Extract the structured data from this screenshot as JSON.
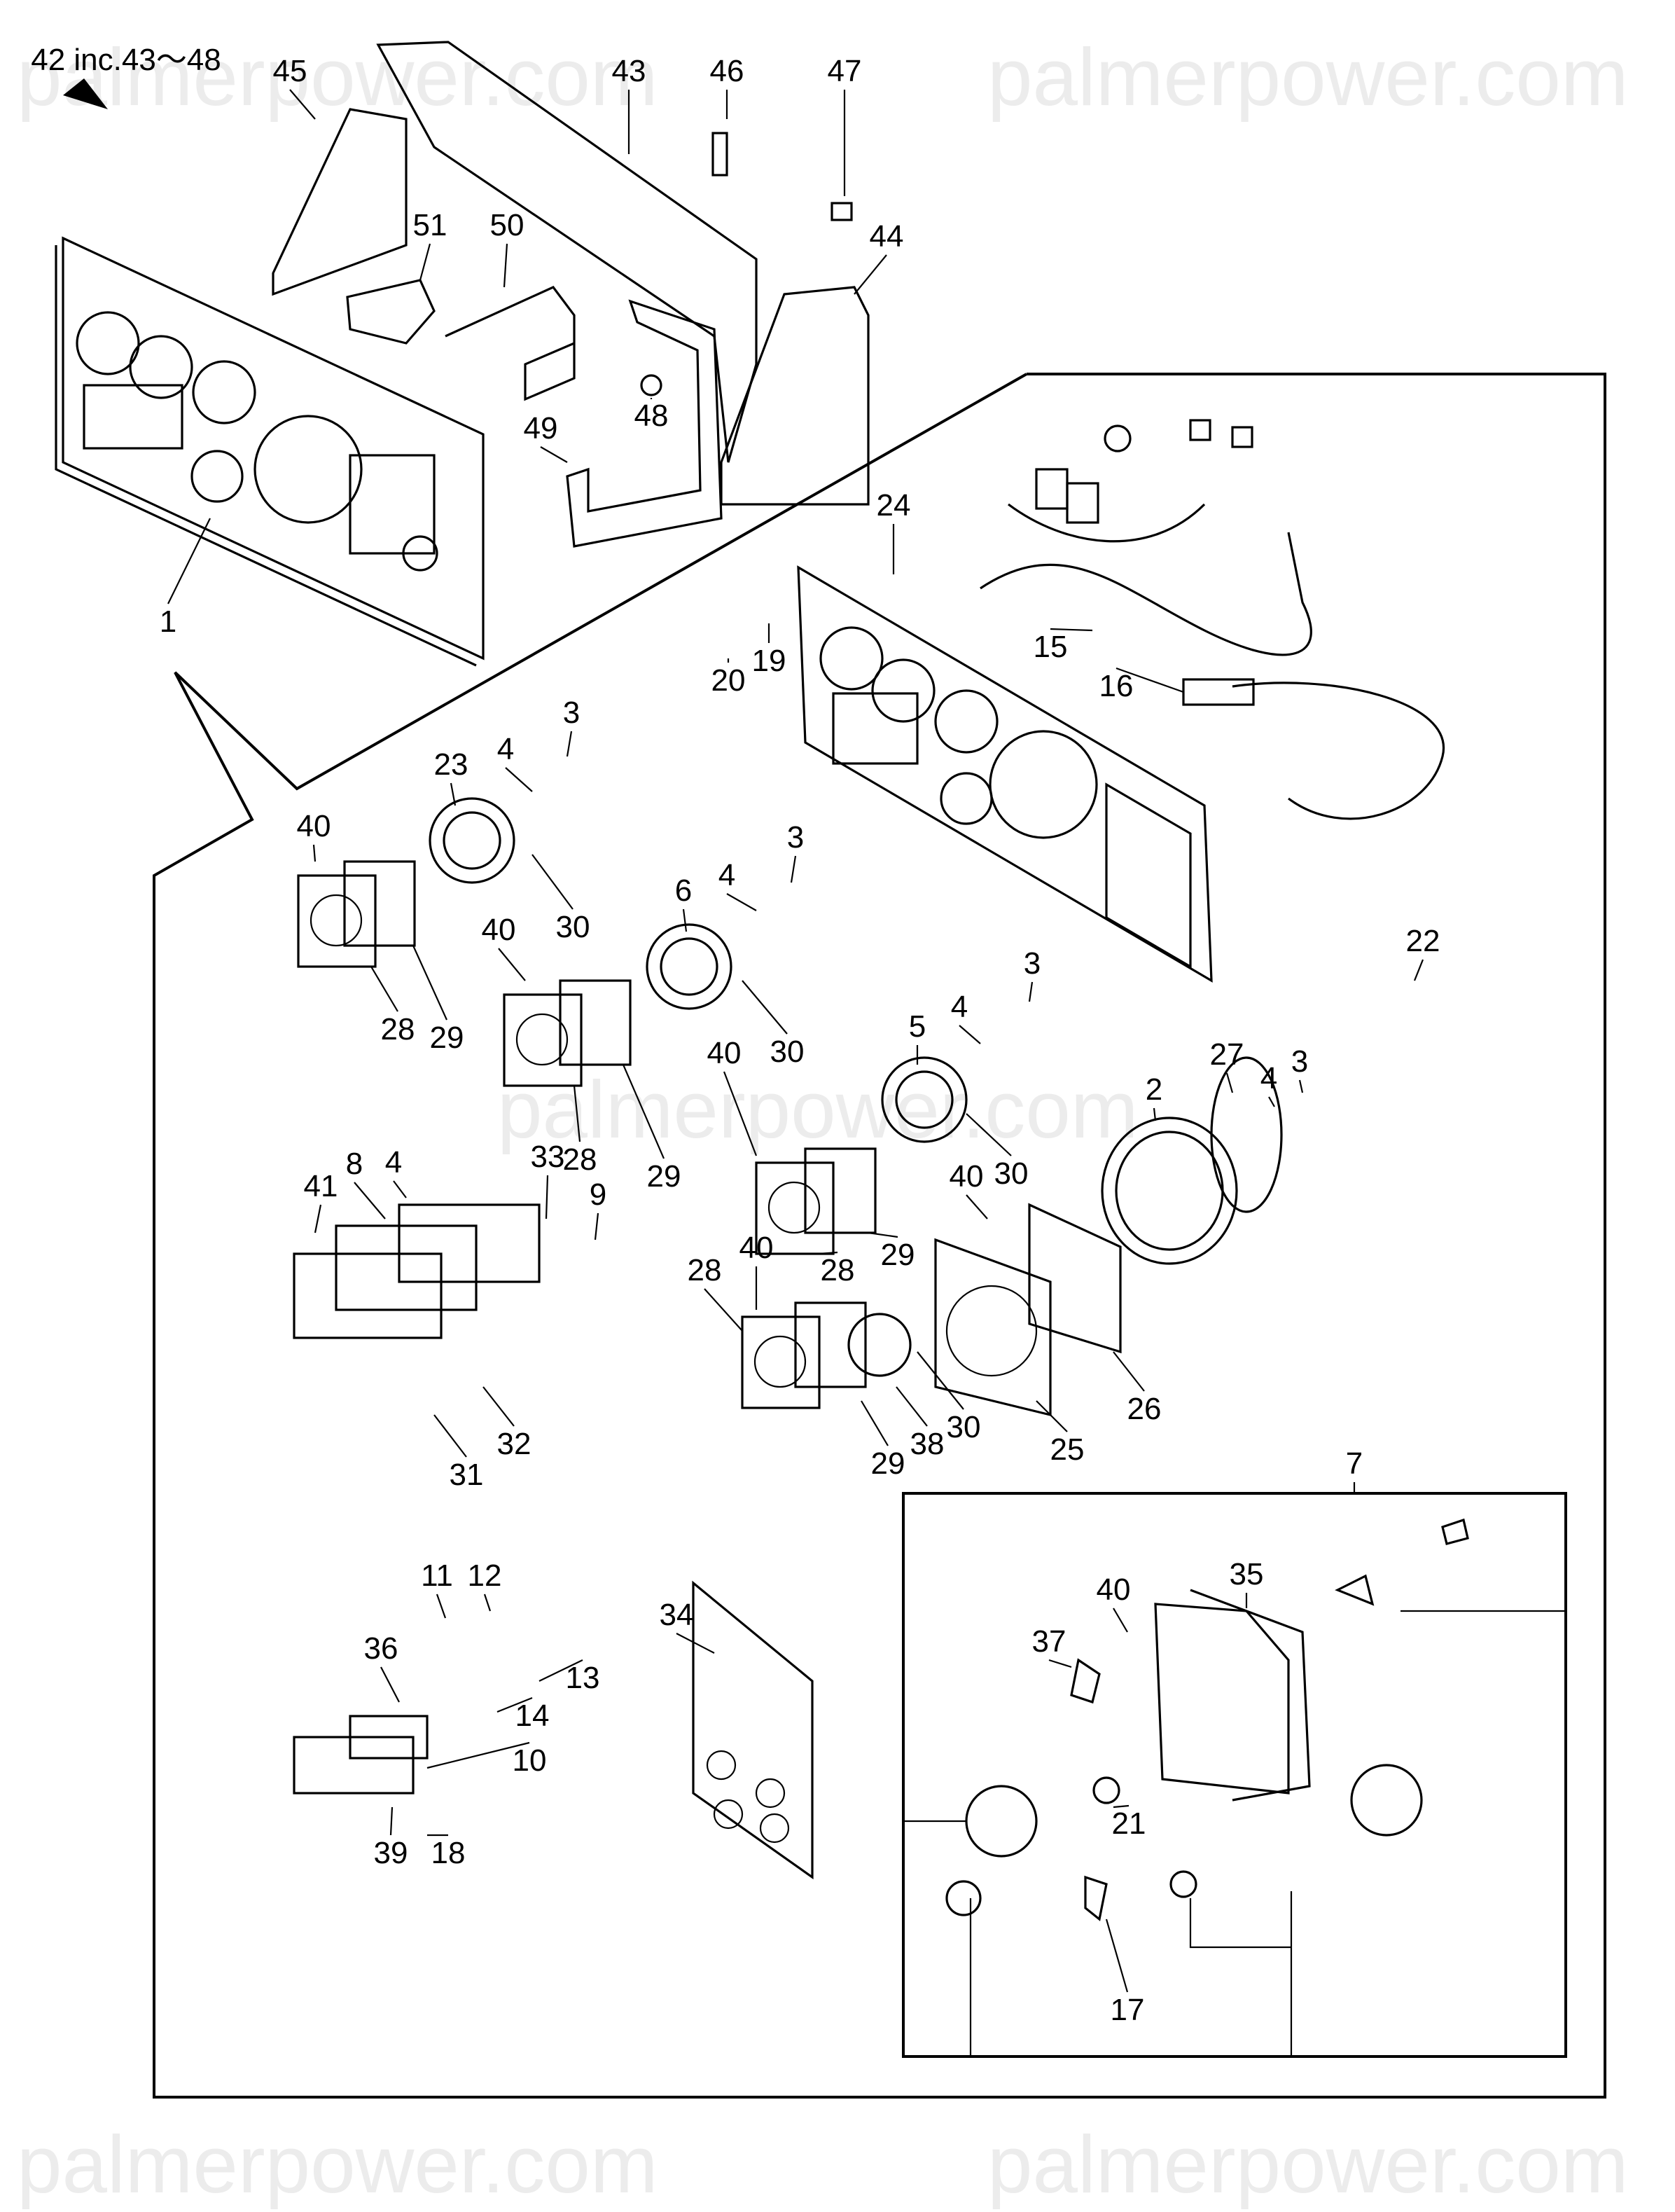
{
  "header": {
    "assembly_note": "42 inc.43～48",
    "arrow_icon": "triangle-pointer"
  },
  "watermark": "palmerpower.com",
  "callouts": [
    "45",
    "43",
    "46",
    "47",
    "44",
    "51",
    "50",
    "48",
    "49",
    "1",
    "24",
    "15",
    "16",
    "20",
    "19",
    "23",
    "4",
    "3",
    "40",
    "30",
    "28",
    "29",
    "6",
    "4",
    "3",
    "40",
    "30",
    "28",
    "29",
    "5",
    "4",
    "3",
    "22",
    "27",
    "4",
    "3",
    "2",
    "40",
    "30",
    "29",
    "28",
    "40",
    "41",
    "8",
    "4",
    "33",
    "9",
    "40",
    "28",
    "32",
    "31",
    "29",
    "38",
    "30",
    "25",
    "26",
    "7",
    "11",
    "12",
    "13",
    "36",
    "14",
    "10",
    "39",
    "18",
    "34",
    "40",
    "35",
    "37",
    "21",
    "17"
  ]
}
